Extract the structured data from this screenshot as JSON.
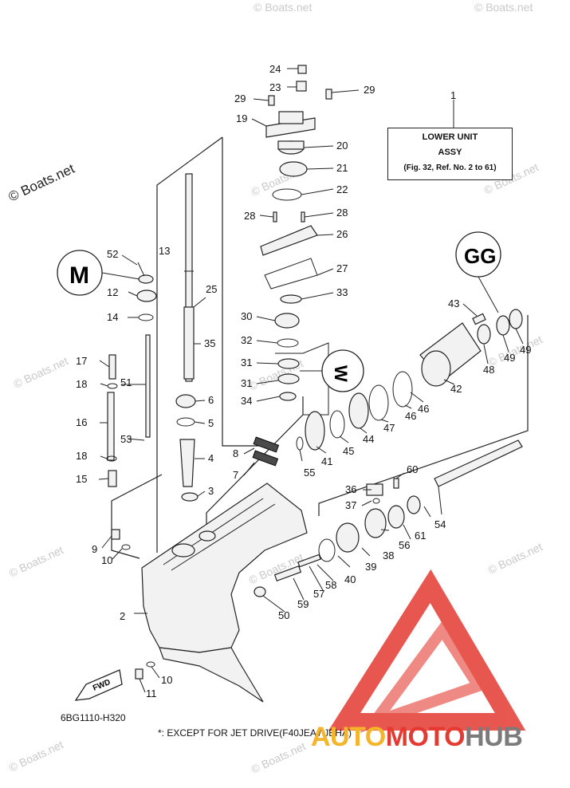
{
  "watermark": "© Boats.net",
  "assembly_box": {
    "line1": "LOWER UNIT",
    "line2": "ASSY",
    "line3": "(Fig. 32, Ref. No. 2 to 61)"
  },
  "diagram_code": "6BG1110-H320",
  "note": "*: EXCEPT FOR JET DRIVE(F40JEA / JEHA)",
  "fwd_label": "FWD",
  "brand": {
    "part1": "AUTO",
    "part2": "MOTO",
    "part3": "HUB"
  },
  "colors": {
    "brand_yellow": "#f4b52a",
    "brand_red": "#e43a31",
    "brand_gray": "#7b7b7b",
    "logo_red": "#e43a31"
  },
  "callouts": [
    "1",
    "2",
    "3",
    "4",
    "5",
    "6",
    "7",
    "8",
    "9",
    "10",
    "10",
    "11",
    "12",
    "13",
    "14",
    "15",
    "16",
    "17",
    "18",
    "18",
    "19",
    "20",
    "21",
    "22",
    "23",
    "24",
    "25",
    "26",
    "27",
    "28",
    "28",
    "29",
    "29",
    "30",
    "31",
    "31",
    "32",
    "33",
    "34",
    "35",
    "36",
    "37",
    "38",
    "39",
    "40",
    "41",
    "42",
    "43",
    "44",
    "45",
    "46",
    "46",
    "47",
    "48",
    "49",
    "49",
    "50",
    "51",
    "52",
    "53",
    "54",
    "55",
    "56",
    "57",
    "58",
    "59",
    "60",
    "61"
  ],
  "seal_icon_labels": [
    "M",
    "GG",
    "W"
  ]
}
